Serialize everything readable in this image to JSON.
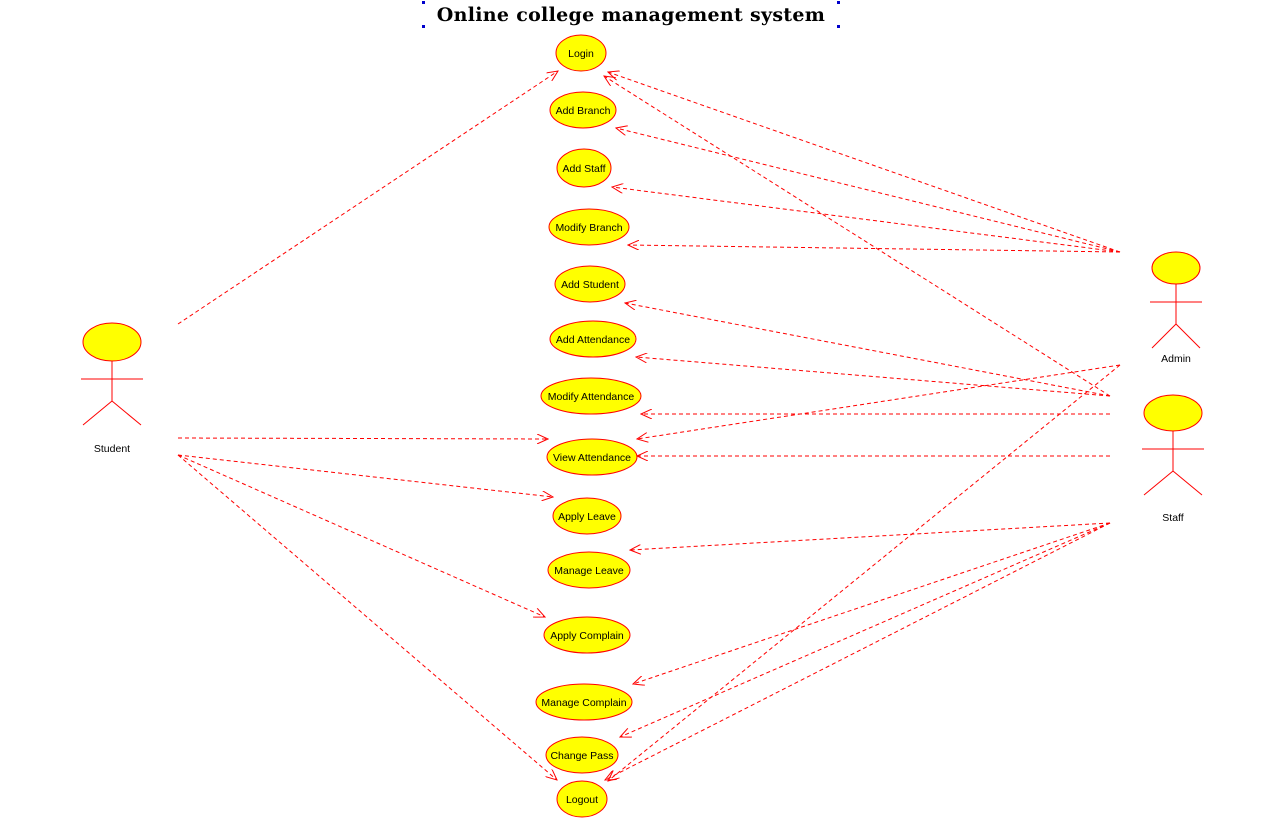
{
  "title": "Online college management system",
  "colors": {
    "line": "#ff0000",
    "fill": "#ffff00",
    "stroke": "#ff0000"
  },
  "actors": [
    {
      "id": "student",
      "name": "Student"
    },
    {
      "id": "admin",
      "name": "Admin"
    },
    {
      "id": "staff",
      "name": "Staff"
    }
  ],
  "use_cases": [
    {
      "id": "login",
      "label": "Login"
    },
    {
      "id": "add-branch",
      "label": "Add Branch"
    },
    {
      "id": "add-staff",
      "label": "Add Staff"
    },
    {
      "id": "modify-branch",
      "label": "Modify Branch"
    },
    {
      "id": "add-student",
      "label": "Add Student"
    },
    {
      "id": "add-attendance",
      "label": "Add Attendance"
    },
    {
      "id": "modify-attendance",
      "label": "Modify Attendance"
    },
    {
      "id": "view-attendance",
      "label": "View Attendance"
    },
    {
      "id": "apply-leave",
      "label": "Apply Leave"
    },
    {
      "id": "manage-leave",
      "label": "Manage Leave"
    },
    {
      "id": "apply-complain",
      "label": "Apply Complain"
    },
    {
      "id": "manage-complain",
      "label": "Manage Complain"
    },
    {
      "id": "change-pass",
      "label": "Change Pass"
    },
    {
      "id": "logout",
      "label": "Logout"
    }
  ],
  "associations": [
    {
      "from": "student",
      "to": "login"
    },
    {
      "from": "student",
      "to": "view-attendance"
    },
    {
      "from": "student",
      "to": "apply-leave"
    },
    {
      "from": "student",
      "to": "apply-complain"
    },
    {
      "from": "student",
      "to": "logout"
    },
    {
      "from": "admin",
      "to": "login"
    },
    {
      "from": "admin",
      "to": "add-branch"
    },
    {
      "from": "admin",
      "to": "add-staff"
    },
    {
      "from": "admin",
      "to": "modify-branch"
    },
    {
      "from": "admin",
      "to": "view-attendance"
    },
    {
      "from": "admin",
      "to": "logout"
    },
    {
      "from": "staff",
      "to": "login"
    },
    {
      "from": "staff",
      "to": "add-student"
    },
    {
      "from": "staff",
      "to": "add-attendance"
    },
    {
      "from": "staff",
      "to": "modify-attendance"
    },
    {
      "from": "staff",
      "to": "view-attendance"
    },
    {
      "from": "staff",
      "to": "manage-leave"
    },
    {
      "from": "staff",
      "to": "manage-complain"
    },
    {
      "from": "staff",
      "to": "change-pass"
    },
    {
      "from": "staff",
      "to": "logout"
    }
  ]
}
